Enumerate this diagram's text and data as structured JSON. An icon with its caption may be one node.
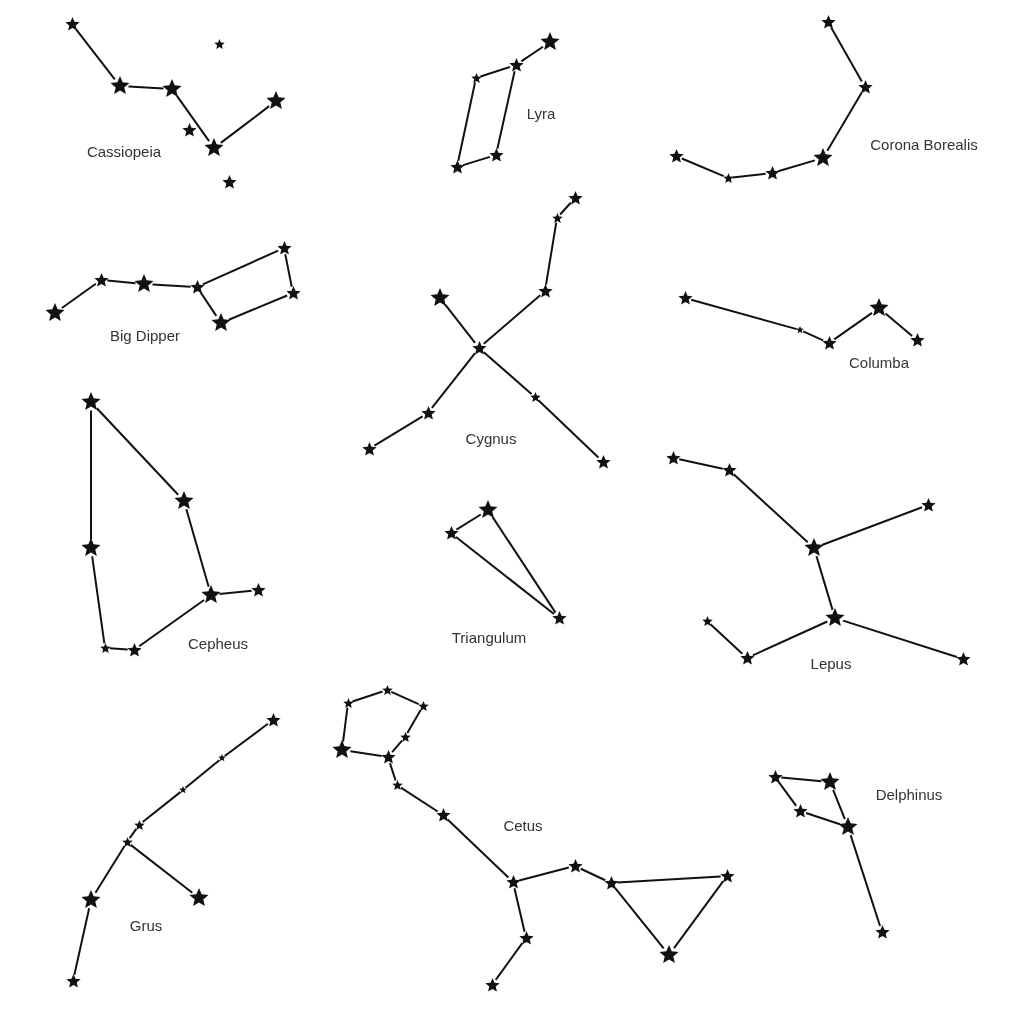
{
  "diagram": {
    "nodes": [
      {
        "text": [],
        "shape": "star"
      },
      {
        "text": [],
        "shape": "star"
      },
      {
        "text": [],
        "shape": "star"
      },
      {
        "text": [],
        "shape": "star"
      },
      {
        "text": [],
        "shape": "star"
      },
      {
        "text": [],
        "shape": "star"
      },
      {
        "text": [],
        "shape": "star"
      },
      {
        "text": [],
        "shape": "star"
      },
      {
        "text": [],
        "shape": "star"
      },
      {
        "text": [],
        "shape": "star"
      },
      {
        "text": [],
        "shape": "star"
      },
      {
        "text": [],
        "shape": "star"
      },
      {
        "text": [],
        "shape": "star"
      },
      {
        "text": [],
        "shape": "star"
      },
      {
        "text": [],
        "shape": "star"
      },
      {
        "text": [],
        "shape": "star"
      },
      {
        "text": [],
        "shape": "star"
      },
      {
        "text": [],
        "shape": "star"
      },
      {
        "text": [],
        "shape": "star"
      },
      {
        "text": [],
        "shape": "star"
      },
      {
        "text": [],
        "shape": "star"
      },
      {
        "text": [],
        "shape": "star"
      },
      {
        "text": [],
        "shape": "star"
      },
      {
        "text": [],
        "shape": "star"
      },
      {
        "text": [],
        "shape": "star"
      },
      {
        "text": [],
        "shape": "star"
      },
      {
        "text": [],
        "shape": "star"
      },
      {
        "text": [],
        "shape": "star"
      },
      {
        "text": [],
        "shape": "star"
      },
      {
        "text": [],
        "shape": "star"
      },
      {
        "text": [],
        "shape": "star"
      },
      {
        "text": [],
        "shape": "star"
      },
      {
        "text": [],
        "shape": "star"
      },
      {
        "text": [],
        "shape": "star"
      },
      {
        "text": [],
        "shape": "star"
      },
      {
        "text": [],
        "shape": "star"
      },
      {
        "text": [],
        "shape": "star"
      },
      {
        "text": [],
        "shape": "star"
      },
      {
        "text": [],
        "shape": "star"
      },
      {
        "text": [],
        "shape": "star"
      },
      {
        "text": [],
        "shape": "star"
      },
      {
        "text": [],
        "shape": "star"
      },
      {
        "text": [],
        "shape": "star"
      },
      {
        "text": [],
        "shape": "star"
      },
      {
        "text": [],
        "shape": "star"
      },
      {
        "text": [],
        "shape": "star"
      },
      {
        "text": [],
        "shape": "star"
      },
      {
        "text": [],
        "shape": "star"
      },
      {
        "text": [],
        "shape": "star"
      },
      {
        "text": [],
        "shape": "star"
      },
      {
        "text": [],
        "shape": "star"
      },
      {
        "text": [],
        "shape": "star"
      },
      {
        "text": [],
        "shape": "star"
      },
      {
        "text": [],
        "shape": "star"
      },
      {
        "text": [],
        "shape": "star"
      },
      {
        "text": [],
        "shape": "star"
      },
      {
        "text": [],
        "shape": "star"
      },
      {
        "text": [],
        "shape": "star"
      },
      {
        "text": [],
        "shape": "star"
      },
      {
        "text": [],
        "shape": "star"
      },
      {
        "text": [],
        "shape": "star"
      },
      {
        "text": [],
        "shape": "star"
      },
      {
        "text": [],
        "shape": "star"
      },
      {
        "text": [],
        "shape": "star"
      },
      {
        "text": [],
        "shape": "star"
      },
      {
        "text": [],
        "shape": "star"
      },
      {
        "text": [],
        "shape": "star"
      },
      {
        "text": [],
        "shape": "star"
      },
      {
        "text": [],
        "shape": "star"
      },
      {
        "text": [],
        "shape": "star"
      },
      {
        "text": [],
        "shape": "star"
      },
      {
        "text": [],
        "shape": "star"
      },
      {
        "text": [],
        "shape": "star"
      },
      {
        "text": [],
        "shape": "star"
      },
      {
        "text": [],
        "shape": "star"
      },
      {
        "text": [],
        "shape": "star"
      },
      {
        "text": [],
        "shape": "star"
      },
      {
        "text": [],
        "shape": "star"
      },
      {
        "text": [],
        "shape": "star"
      },
      {
        "text": [],
        "shape": "star"
      },
      {
        "text": [],
        "shape": "star"
      },
      {
        "text": [],
        "shape": "star"
      },
      {
        "text": [],
        "shape": "star"
      },
      {
        "text": [],
        "shape": "star"
      },
      {
        "text": [],
        "shape": "star"
      },
      {
        "text": [],
        "shape": "star"
      }
    ],
    "edges": [
      {
        "from": 0,
        "to": 1,
        "arrow": "none"
      },
      {
        "from": 1,
        "to": 2,
        "arrow": "none"
      },
      {
        "from": 2,
        "to": 3,
        "arrow": "none"
      },
      {
        "from": 3,
        "to": 4,
        "arrow": "none"
      },
      {
        "from": 8,
        "to": 9,
        "arrow": "none"
      },
      {
        "from": 9,
        "to": 10,
        "arrow": "none"
      },
      {
        "from": 10,
        "to": 11,
        "arrow": "none"
      },
      {
        "from": 11,
        "to": 12,
        "arrow": "none"
      },
      {
        "from": 12,
        "to": 9,
        "arrow": "none"
      },
      {
        "from": 13,
        "to": 14,
        "arrow": "none"
      },
      {
        "from": 14,
        "to": 15,
        "arrow": "none"
      },
      {
        "from": 15,
        "to": 16,
        "arrow": "none"
      },
      {
        "from": 16,
        "to": 17,
        "arrow": "none"
      },
      {
        "from": 17,
        "to": 18,
        "arrow": "none"
      },
      {
        "from": 19,
        "to": 20,
        "arrow": "none"
      },
      {
        "from": 20,
        "to": 21,
        "arrow": "none"
      },
      {
        "from": 21,
        "to": 22,
        "arrow": "none"
      },
      {
        "from": 22,
        "to": 23,
        "arrow": "none"
      },
      {
        "from": 23,
        "to": 24,
        "arrow": "none"
      },
      {
        "from": 24,
        "to": 25,
        "arrow": "none"
      },
      {
        "from": 25,
        "to": 22,
        "arrow": "none"
      },
      {
        "from": 26,
        "to": 27,
        "arrow": "none"
      },
      {
        "from": 27,
        "to": 28,
        "arrow": "none"
      },
      {
        "from": 28,
        "to": 29,
        "arrow": "none"
      },
      {
        "from": 30,
        "to": 29,
        "arrow": "none"
      },
      {
        "from": 29,
        "to": 31,
        "arrow": "none"
      },
      {
        "from": 31,
        "to": 32,
        "arrow": "none"
      },
      {
        "from": 29,
        "to": 33,
        "arrow": "none"
      },
      {
        "from": 33,
        "to": 34,
        "arrow": "none"
      },
      {
        "from": 35,
        "to": 36,
        "arrow": "none"
      },
      {
        "from": 36,
        "to": 37,
        "arrow": "none"
      },
      {
        "from": 37,
        "to": 38,
        "arrow": "none"
      },
      {
        "from": 38,
        "to": 39,
        "arrow": "none"
      },
      {
        "from": 40,
        "to": 41,
        "arrow": "none"
      },
      {
        "from": 41,
        "to": 42,
        "arrow": "none"
      },
      {
        "from": 42,
        "to": 43,
        "arrow": "none"
      },
      {
        "from": 42,
        "to": 44,
        "arrow": "none"
      },
      {
        "from": 44,
        "to": 45,
        "arrow": "none"
      },
      {
        "from": 45,
        "to": 46,
        "arrow": "none"
      },
      {
        "from": 46,
        "to": 40,
        "arrow": "none"
      },
      {
        "from": 47,
        "to": 48,
        "arrow": "none"
      },
      {
        "from": 48,
        "to": 49,
        "arrow": "none"
      },
      {
        "from": 49,
        "to": 47,
        "arrow": "none"
      },
      {
        "from": 50,
        "to": 51,
        "arrow": "none"
      },
      {
        "from": 51,
        "to": 52,
        "arrow": "none"
      },
      {
        "from": 52,
        "to": 53,
        "arrow": "none"
      },
      {
        "from": 52,
        "to": 54,
        "arrow": "none"
      },
      {
        "from": 54,
        "to": 55,
        "arrow": "none"
      },
      {
        "from": 54,
        "to": 56,
        "arrow": "none"
      },
      {
        "from": 56,
        "to": 57,
        "arrow": "none"
      },
      {
        "from": 58,
        "to": 59,
        "arrow": "none"
      },
      {
        "from": 59,
        "to": 60,
        "arrow": "none"
      },
      {
        "from": 60,
        "to": 61,
        "arrow": "none"
      },
      {
        "from": 61,
        "to": 62,
        "arrow": "none"
      },
      {
        "from": 62,
        "to": 63,
        "arrow": "none"
      },
      {
        "from": 62,
        "to": 64,
        "arrow": "none"
      },
      {
        "from": 64,
        "to": 65,
        "arrow": "none"
      },
      {
        "from": 66,
        "to": 67,
        "arrow": "none"
      },
      {
        "from": 67,
        "to": 68,
        "arrow": "none"
      },
      {
        "from": 68,
        "to": 69,
        "arrow": "none"
      },
      {
        "from": 69,
        "to": 70,
        "arrow": "none"
      },
      {
        "from": 70,
        "to": 71,
        "arrow": "none"
      },
      {
        "from": 71,
        "to": 66,
        "arrow": "none"
      },
      {
        "from": 70,
        "to": 72,
        "arrow": "none"
      },
      {
        "from": 72,
        "to": 73,
        "arrow": "none"
      },
      {
        "from": 73,
        "to": 74,
        "arrow": "none"
      },
      {
        "from": 74,
        "to": 75,
        "arrow": "none"
      },
      {
        "from": 75,
        "to": 76,
        "arrow": "none"
      },
      {
        "from": 76,
        "to": 77,
        "arrow": "none"
      },
      {
        "from": 77,
        "to": 78,
        "arrow": "none"
      },
      {
        "from": 78,
        "to": 76,
        "arrow": "none"
      },
      {
        "from": 74,
        "to": 79,
        "arrow": "none"
      },
      {
        "from": 79,
        "to": 80,
        "arrow": "none"
      },
      {
        "from": 81,
        "to": 82,
        "arrow": "none"
      },
      {
        "from": 82,
        "to": 84,
        "arrow": "none"
      },
      {
        "from": 84,
        "to": 83,
        "arrow": "none"
      },
      {
        "from": 83,
        "to": 81,
        "arrow": "none"
      },
      {
        "from": 84,
        "to": 85,
        "arrow": "none"
      }
    ],
    "labels": [
      "Cassiopeia",
      "Lyra",
      "Corona Borealis",
      "Big Dipper",
      "Columba",
      "Cygnus",
      "Cepheus",
      "Triangulum",
      "Lepus",
      "Delphinus",
      "Cetus",
      "Grus"
    ]
  }
}
